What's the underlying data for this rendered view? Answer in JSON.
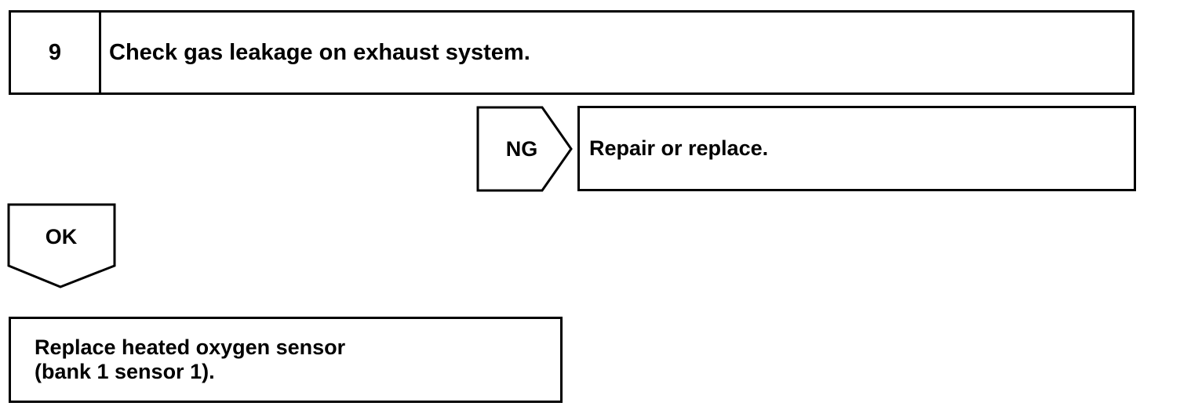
{
  "step": {
    "number": "9",
    "title": "Check gas leakage on exhaust system."
  },
  "ng_branch": {
    "label": "NG",
    "result": "Repair or replace."
  },
  "ok_branch": {
    "label": "OK",
    "result_lines": [
      "Replace heated oxygen sensor",
      "(bank 1 sensor 1)."
    ]
  }
}
